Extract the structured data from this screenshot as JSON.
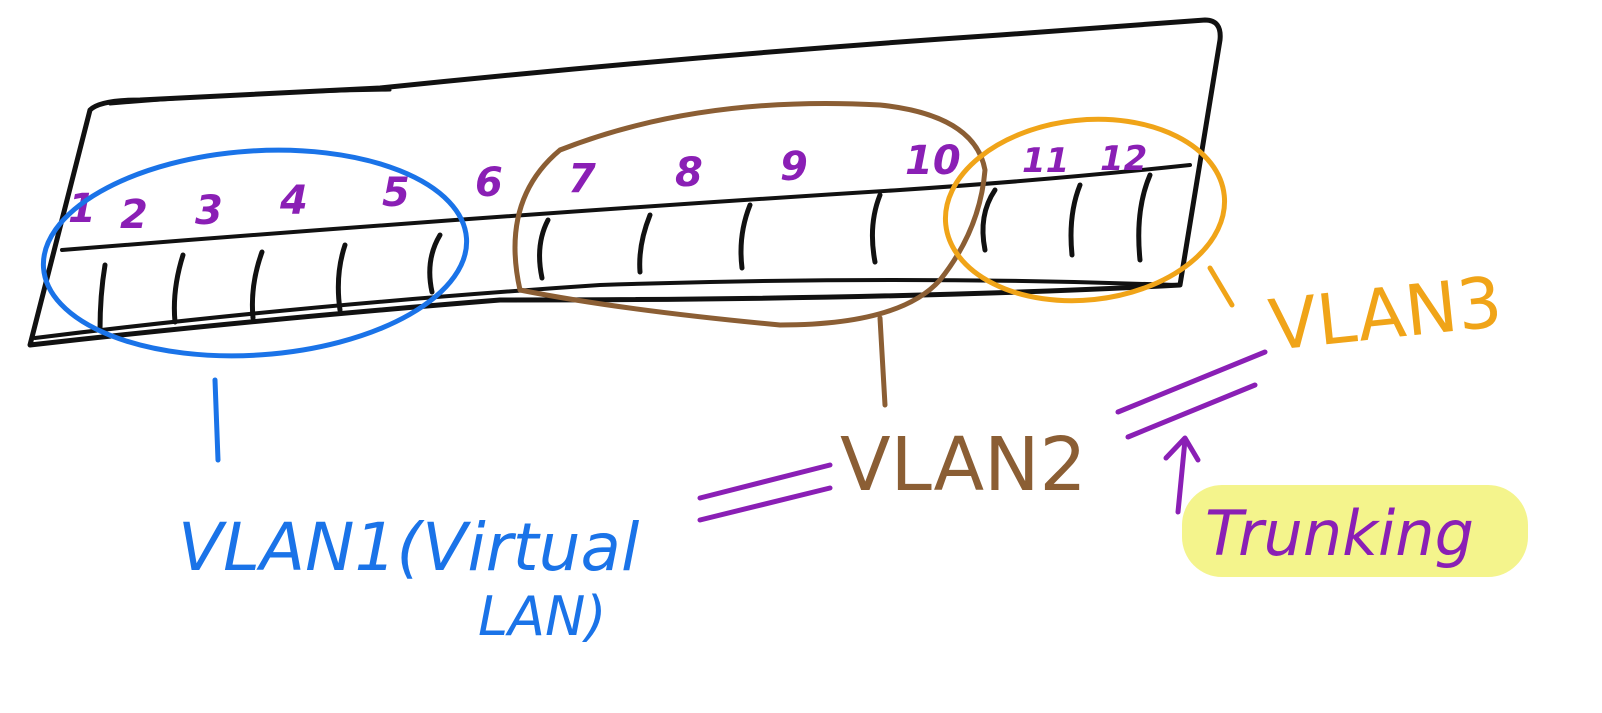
{
  "diagram": {
    "ports": [
      "1",
      "2",
      "3",
      "4",
      "5",
      "6",
      "7",
      "8",
      "9",
      "10",
      "11",
      "12"
    ],
    "vlan1": {
      "line1": "VLAN1(Virtual",
      "line2": "LAN)",
      "color": "#1a73e8"
    },
    "vlan2": {
      "label": "VLAN2",
      "color": "#8b5e34"
    },
    "vlan3": {
      "label": "VLAN3",
      "color": "#f0a418"
    },
    "trunking": {
      "label": "Trunking",
      "color": "#8a1fb5",
      "highlight": "#f4f48c"
    },
    "colors": {
      "switch": "#111111",
      "port_numbers": "#8a1fb5",
      "trunk_links": "#8a1fb5"
    }
  }
}
